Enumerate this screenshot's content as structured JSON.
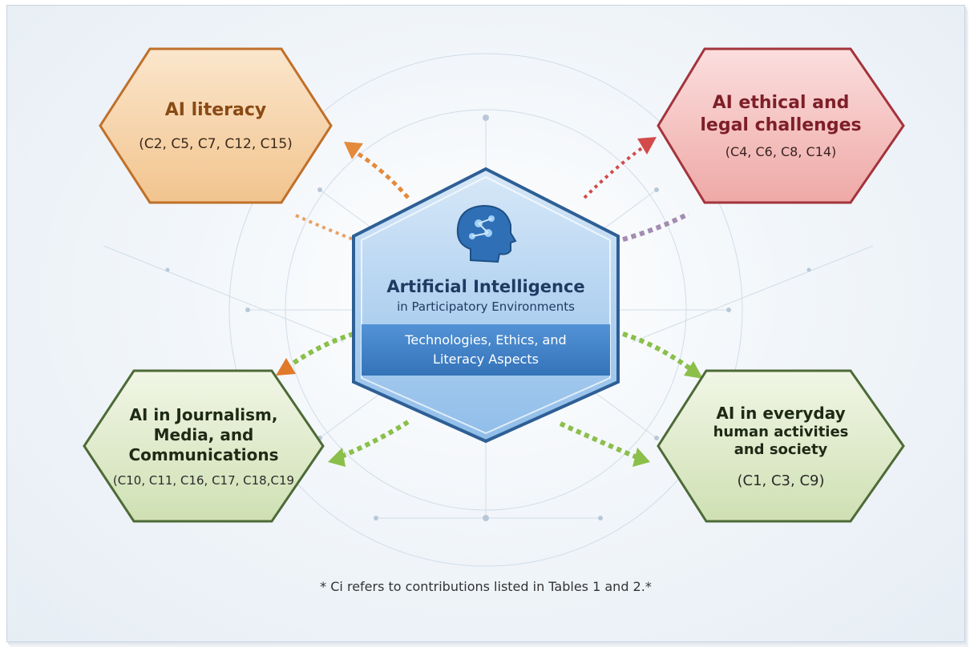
{
  "center": {
    "title": "Artificial Intelligence",
    "subtitle": "in Participatory Environments",
    "band_line1": "Technologies, Ethics, and",
    "band_line2": "Literacy Aspects",
    "icon": "ai-head-icon"
  },
  "nodes": {
    "literacy": {
      "title_line1": "AI literacy",
      "codes": "(C2, C5, C7, C12, C15)",
      "color": "#c0702a"
    },
    "ethics": {
      "title_line1": "AI ethical and",
      "title_line2": "legal challenges",
      "codes": "(C4, C6, C8, C14)",
      "color": "#a3343c"
    },
    "journalism": {
      "title_line1": "AI in Journalism,",
      "title_line2": "Media, and",
      "title_line3": "Communications",
      "codes": "(C10, C11, C16, C17, C18,C19",
      "color": "#4d6a37"
    },
    "everyday": {
      "title_line1": "AI in everyday",
      "title_line2": "human activities",
      "title_line3": "and society",
      "codes": "(C1, C3, C9)",
      "color": "#4d6a37"
    }
  },
  "footnote": "* Ci refers to contributions listed in Tables 1 and 2.*",
  "colors": {
    "orange": "#e38a3c",
    "red": "#d24a4a",
    "green": "#8bbf4a",
    "blue": "#3f7fc4"
  }
}
